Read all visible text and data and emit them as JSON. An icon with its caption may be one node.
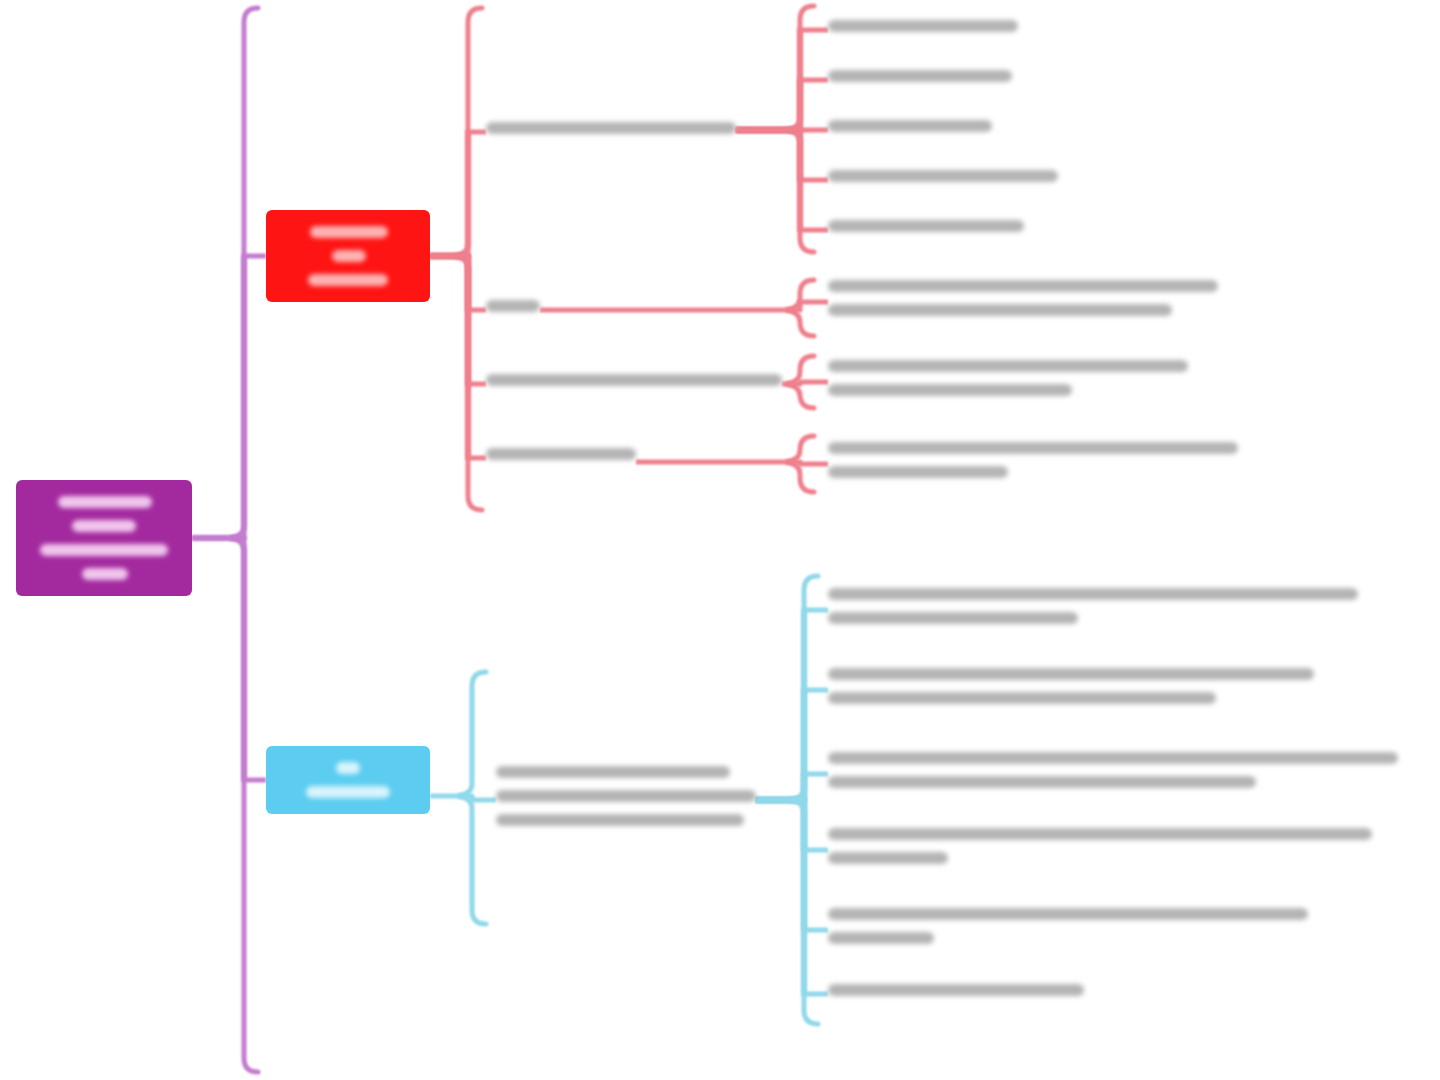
{
  "diagram": {
    "nodes": [
      {
        "text": [],
        "shape": "box"
      },
      {
        "text": [],
        "shape": "box"
      },
      {
        "text": [],
        "shape": "bar"
      },
      {
        "text": [],
        "shape": "bar"
      },
      {
        "text": [],
        "shape": "bar"
      },
      {
        "text": [],
        "shape": "bar"
      },
      {
        "text": [],
        "shape": "bar"
      },
      {
        "text": [],
        "shape": "bar"
      },
      {
        "text": [],
        "shape": "bar"
      },
      {
        "text": [],
        "shape": "bar"
      },
      {
        "text": [],
        "shape": "bar"
      },
      {
        "text": [],
        "shape": "bar"
      },
      {
        "text": [],
        "shape": "bar"
      },
      {
        "text": [],
        "shape": "bar"
      },
      {
        "text": [],
        "shape": "box"
      },
      {
        "text": [],
        "shape": "bar"
      },
      {
        "text": [],
        "shape": "bar"
      },
      {
        "text": [],
        "shape": "bar"
      },
      {
        "text": [],
        "shape": "bar"
      },
      {
        "text": [],
        "shape": "bar"
      },
      {
        "text": [],
        "shape": "bar"
      },
      {
        "text": [],
        "shape": "bar"
      }
    ],
    "edges": [
      {
        "from": 0,
        "to": 1,
        "arrow": "none",
        "color": "#c27ccf"
      },
      {
        "from": 0,
        "to": 14,
        "arrow": "none",
        "color": "#c27ccf"
      },
      {
        "from": 1,
        "to": 2,
        "arrow": "none"
      },
      {
        "from": 1,
        "to": 8,
        "arrow": "none"
      },
      {
        "from": 1,
        "to": 10,
        "arrow": "none"
      },
      {
        "from": 1,
        "to": 12,
        "arrow": "none"
      },
      {
        "from": 2,
        "to": 3,
        "arrow": "none"
      },
      {
        "from": 2,
        "to": 4,
        "arrow": "none"
      },
      {
        "from": 2,
        "to": 5,
        "arrow": "none"
      },
      {
        "from": 2,
        "to": 6,
        "arrow": "none"
      },
      {
        "from": 2,
        "to": 7,
        "arrow": "none"
      },
      {
        "from": 8,
        "to": 9,
        "arrow": "none"
      },
      {
        "from": 10,
        "to": 11,
        "arrow": "none"
      },
      {
        "from": 12,
        "to": 13,
        "arrow": "none"
      },
      {
        "from": 14,
        "to": 15,
        "arrow": "none",
        "color": "#8fd8ea"
      },
      {
        "from": 15,
        "to": 16,
        "arrow": "none",
        "color": "#8fd8ea"
      },
      {
        "from": 15,
        "to": 17,
        "arrow": "none",
        "color": "#8fd8ea"
      },
      {
        "from": 15,
        "to": 18,
        "arrow": "none",
        "color": "#8fd8ea"
      },
      {
        "from": 15,
        "to": 19,
        "arrow": "none",
        "color": "#8fd8ea"
      },
      {
        "from": 15,
        "to": 20,
        "arrow": "none",
        "color": "#8fd8ea"
      },
      {
        "from": 15,
        "to": 21,
        "arrow": "none",
        "color": "#8fd8ea"
      }
    ]
  }
}
